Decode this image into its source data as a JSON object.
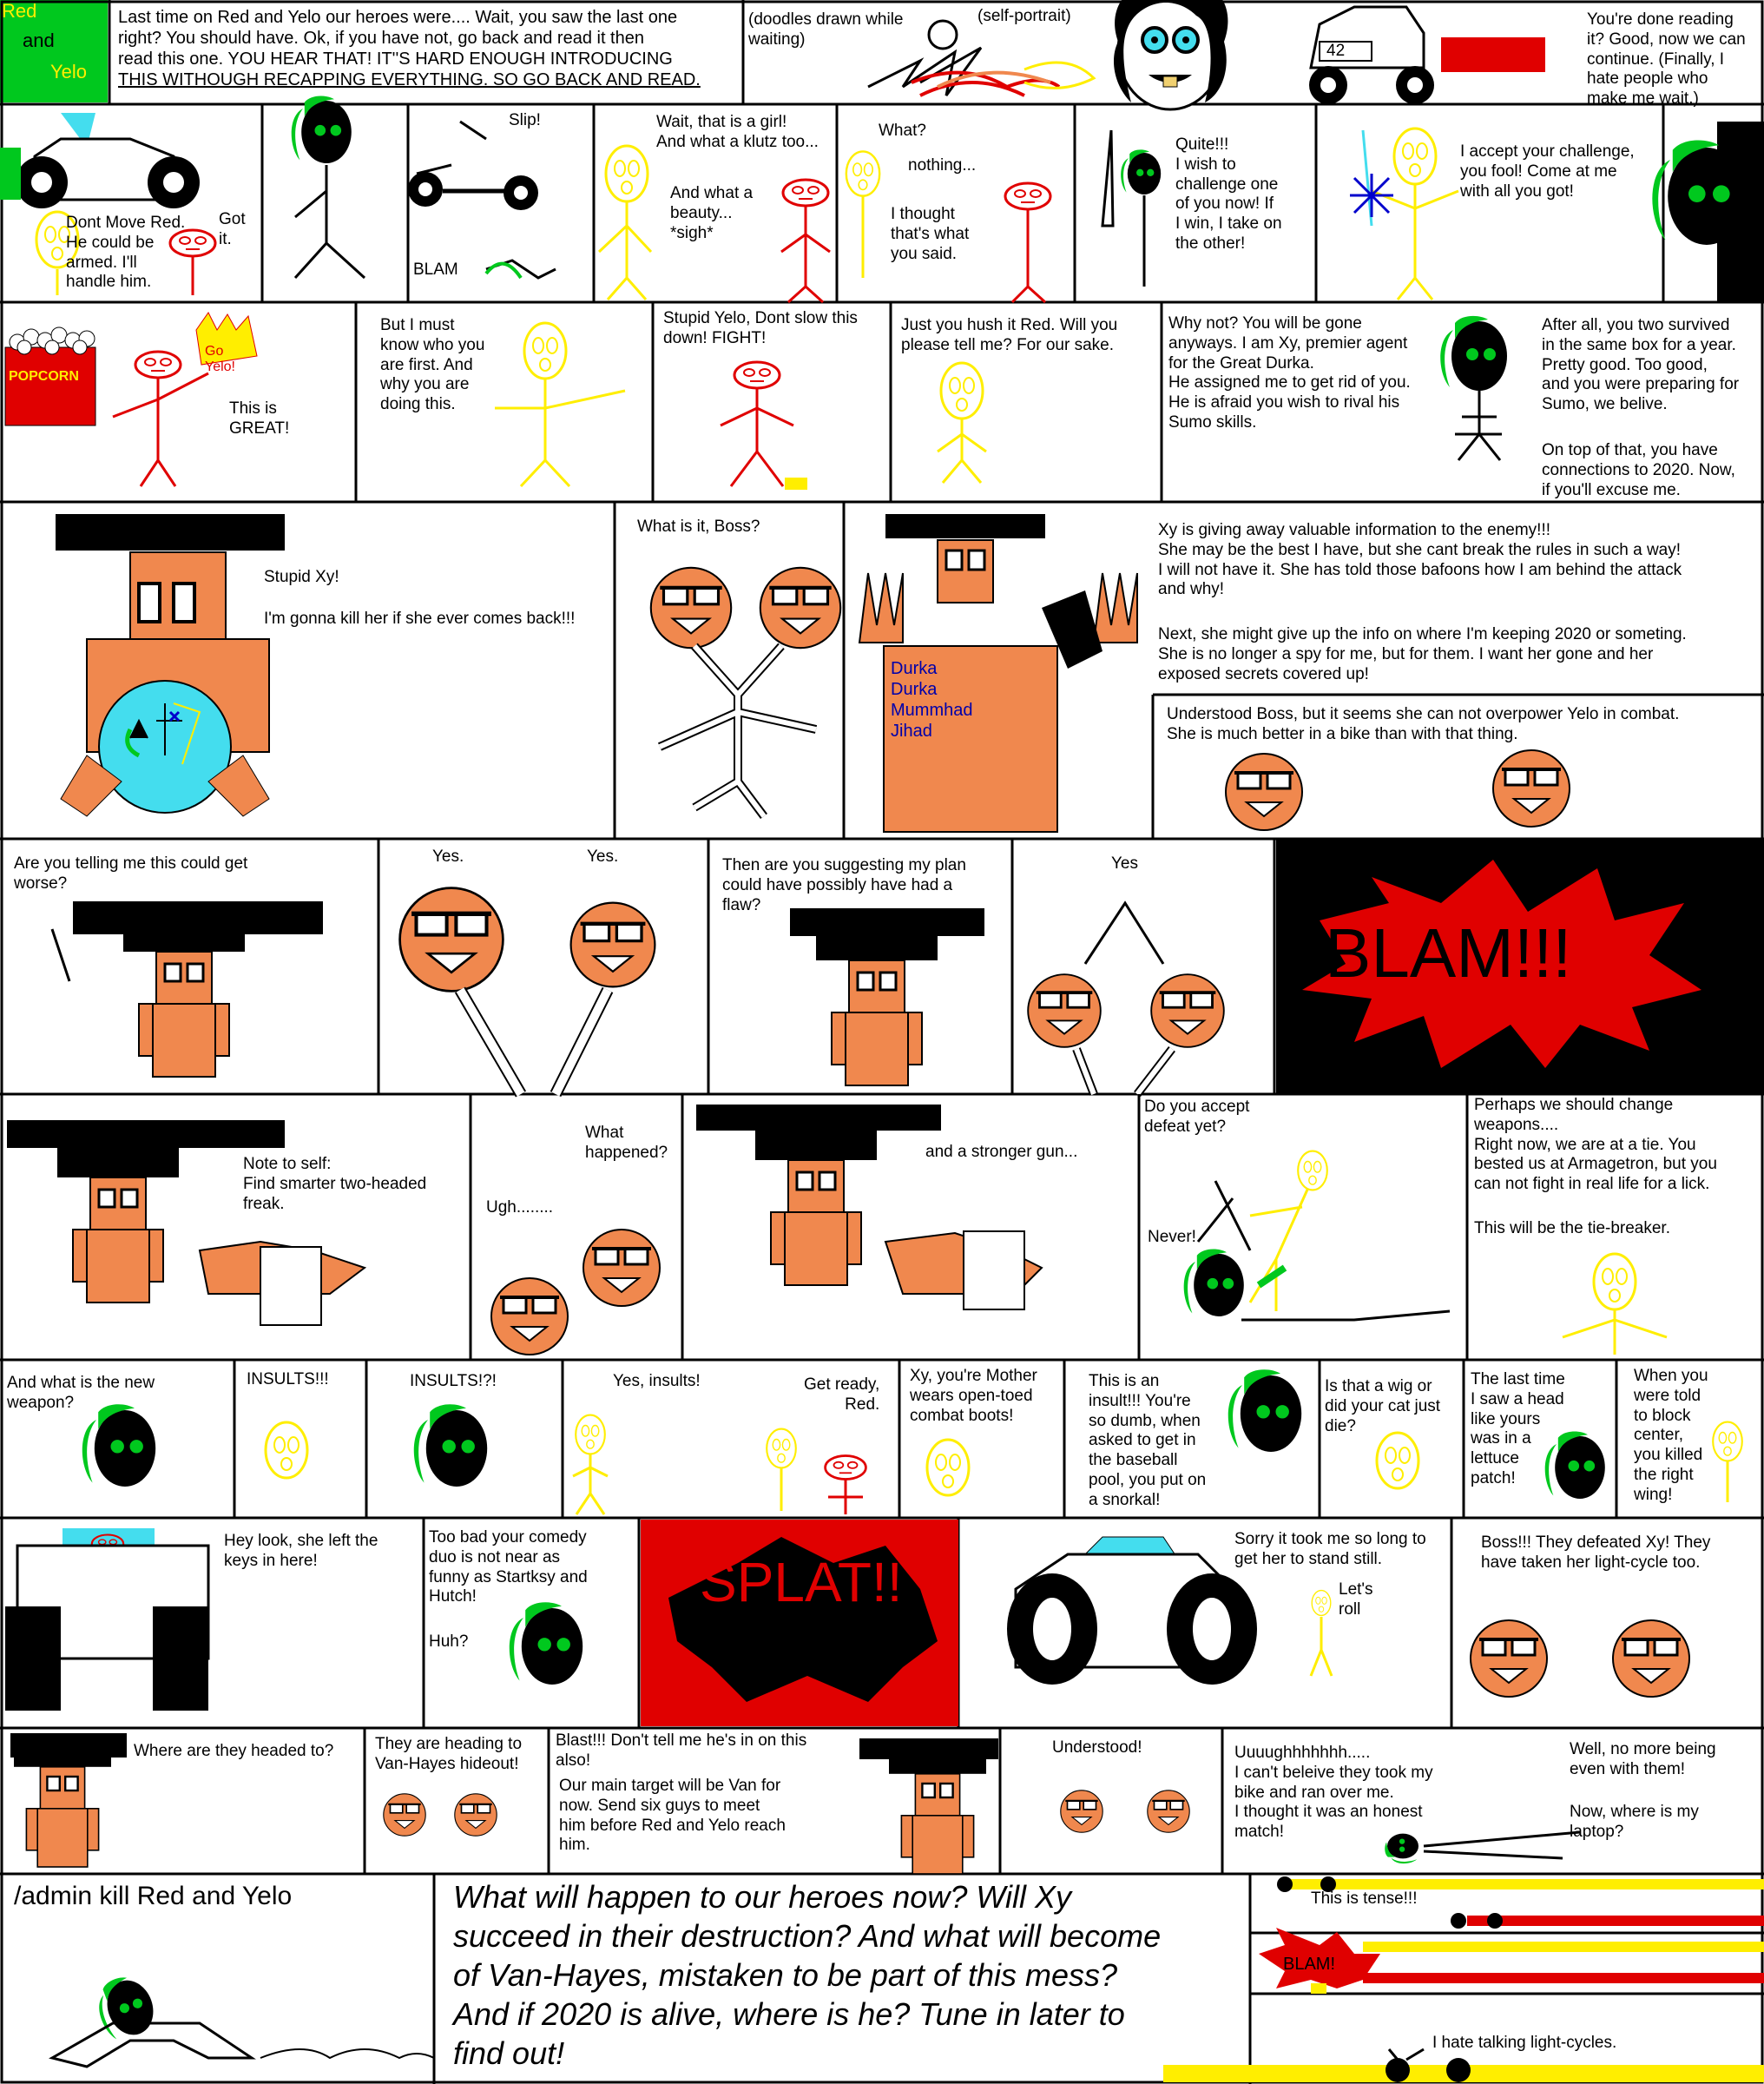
{
  "colors": {
    "orange": "#f0884e",
    "yellow": "#ffee00",
    "red": "#e00000",
    "green": "#00c81e",
    "black": "#000000",
    "cyan": "#44ddee"
  },
  "title": {
    "line1": "Red",
    "line2": "and",
    "line3": "Yelo"
  },
  "row1": {
    "recap": [
      "Last time on Red and Yelo our heroes were.... Wait, you saw the last one",
      "right?  You should have.  Ok, if you have not, go back and read it then",
      "read this one.  YOU HEAR THAT!  IT''S HARD ENOUGH INTRODUCING",
      "THIS WITHOUGH RECAPPING EVERYTHING. SO GO BACK AND READ."
    ],
    "doodles": [
      "(doodles drawn while",
      "waiting)"
    ],
    "self_portrait": "(self-portrait)",
    "bike_number": "42",
    "done_reading": [
      "You're done reading",
      "it?  Good, now we can",
      "continue.  (Finally, I",
      "hate people who",
      "make me wait.)"
    ]
  },
  "row2": {
    "dont_move": [
      "Dont Move Red.",
      "He could be",
      "armed.  I'll",
      "handle him."
    ],
    "got_it": [
      "Got",
      "it."
    ],
    "slip": "Slip!",
    "blam": "BLAM",
    "girl": [
      "Wait, that is a girl!",
      "And what a klutz too..."
    ],
    "beauty": [
      "And what a",
      "beauty...",
      "*sigh*"
    ],
    "what": "What?",
    "nothing": "nothing...",
    "thought": [
      "I thought",
      "that's what",
      "you said."
    ],
    "quite": [
      "Quite!!!",
      "I wish to",
      "challenge one",
      "of you now!  If",
      "I win, I take on",
      "the other!"
    ],
    "accept": [
      "I accept your challenge,",
      "you fool! Come at me",
      "with all you got!"
    ]
  },
  "row3": {
    "popcorn": "POPCORN",
    "go_yelo": [
      "Go",
      "Yelo!"
    ],
    "great": [
      "This is",
      "GREAT!"
    ],
    "but_must": [
      "But I must",
      "know who you",
      "are first.  And",
      "why you are",
      "doing this."
    ],
    "stupid_yelo": [
      "Stupid Yelo, Dont slow this",
      "down! FIGHT!"
    ],
    "hush": [
      "Just you hush it Red.  Will you",
      "please tell me?  For our sake."
    ],
    "why_not": [
      "Why not?  You will be gone",
      "anyways.  I am Xy, premier agent",
      "for the Great Durka.",
      "He assigned me to get rid of you.",
      "He is afraid you wish to rival his",
      "Sumo skills."
    ],
    "after_all": [
      "After all, you two survived",
      "in the same box for a year.",
      "Pretty good.  Too good,",
      "and you were preparing for",
      "Sumo, we belive."
    ],
    "on_top": [
      "On top of that, you have",
      "connections to 2020.  Now,",
      "if you'll excuse me."
    ]
  },
  "row4": {
    "stupid_xy": "Stupid Xy!",
    "kill_her": "I'm gonna kill her if she ever comes back!!!",
    "what_boss": "What is it, Boss?",
    "durka_box": [
      "Durka",
      "Durka",
      "Mummhad",
      "Jihad"
    ],
    "xy_giving": [
      "Xy is giving away valuable information to the enemy!!!",
      "She may be the best I have, but she cant break the rules in such a way!",
      "I will not have it.  She has told those bafoons how I am behind the attack",
      "and why!"
    ],
    "next": [
      "Next, she might give up the info on where I'm keeping 2020 or someting.",
      "She is no longer a spy for me, but for them.  I want her gone and her",
      "exposed secrets covered up!"
    ],
    "understood_boss": [
      "Understood Boss, but it seems she can not overpower Yelo in combat.",
      "She is much better in a bike than with that thing."
    ]
  },
  "row5": {
    "worse": [
      "Are you telling me this could get",
      "worse?"
    ],
    "yes1": "Yes.",
    "yes2": "Yes.",
    "flaw": [
      "Then are you suggesting my plan",
      "could have possibly have had a",
      "flaw?"
    ],
    "yes3": "Yes",
    "blam": "BLAM!!!"
  },
  "row6": {
    "note": [
      "Note to self:",
      "Find smarter two-headed",
      "freak."
    ],
    "ugh": "Ugh........",
    "what_happened": [
      "What",
      "happened?"
    ],
    "stronger_gun": "and a stronger gun...",
    "defeat": [
      "Do you accept",
      "defeat yet?"
    ],
    "never": "Never!",
    "perhaps": [
      "Perhaps we should change",
      "weapons....",
      "Right now, we are at a tie.  You",
      "bested us at Armagetron, but you",
      "can not fight in real life for a lick."
    ],
    "tiebreaker": "This will be the tie-breaker."
  },
  "row7": {
    "new_weapon": [
      "And what is the new",
      "weapon?"
    ],
    "insults1": "INSULTS!!!",
    "insults2": "INSULTS!?!",
    "yes_insults": "Yes, insults!",
    "get_ready": [
      "Get ready,",
      "Red."
    ],
    "mother": [
      "Xy, you're Mother",
      "wears open-toed",
      "combat boots!"
    ],
    "insult": [
      "This is an",
      "insult!!!  You're",
      "so dumb, when",
      "asked to get in",
      "the baseball",
      "pool, you put on",
      "a snorkal!"
    ],
    "wig": [
      "Is that a wig or",
      "did your cat just",
      "die?"
    ],
    "lettuce": [
      "The last time",
      "I saw a head",
      "like yours",
      "was in a",
      "lettuce",
      "patch!"
    ],
    "center": [
      "When you",
      "were told",
      "to block",
      "center,",
      "you killed",
      "the right",
      "wing!"
    ]
  },
  "row8": {
    "keys": [
      "Hey look, she left the",
      "keys in here!"
    ],
    "comedy": [
      "Too bad your comedy",
      "duo is not near as",
      "funny as Startksy and",
      "Hutch!"
    ],
    "huh": "Huh?",
    "splat": "SPLAT!!",
    "sorry": [
      "Sorry it took me so long to",
      "get her to stand still."
    ],
    "lets_roll": [
      "Let's",
      "roll"
    ],
    "defeated": [
      "Boss!!! They defeated Xy!  They",
      "have taken her light-cycle too."
    ]
  },
  "row9": {
    "headed": "Where are they headed to?",
    "hideout": [
      "They are heading to",
      "Van-Hayes hideout!"
    ],
    "blast": [
      "Blast!!! Don't tell me he's in on this",
      "also!"
    ],
    "main_target": [
      "Our main target will be Van for",
      "now.  Send six guys to meet",
      "him before Red and Yelo reach",
      "him."
    ],
    "understood": "Understood!",
    "uuuugh": [
      "Uuuughhhhhhh.....",
      "I can't beleive they took my",
      "bike and ran over me.",
      "I thought it was an honest",
      "match!"
    ],
    "no_more": [
      "Well, no more being",
      "even with them!"
    ],
    "laptop": [
      "Now, where is my",
      "laptop?"
    ]
  },
  "row10": {
    "admin": "/admin kill Red and Yelo",
    "closing": [
      "What will happen to our heroes now?  Will Xy",
      "succeed in their destruction?  And what will become",
      "of Van-Hayes, mistaken to be part of this mess?",
      "And if 2020 is alive, where is he?  Tune in later to",
      "find out!"
    ],
    "tense": "This is tense!!!",
    "blam": "BLAM!",
    "hate": "I hate talking light-cycles."
  }
}
